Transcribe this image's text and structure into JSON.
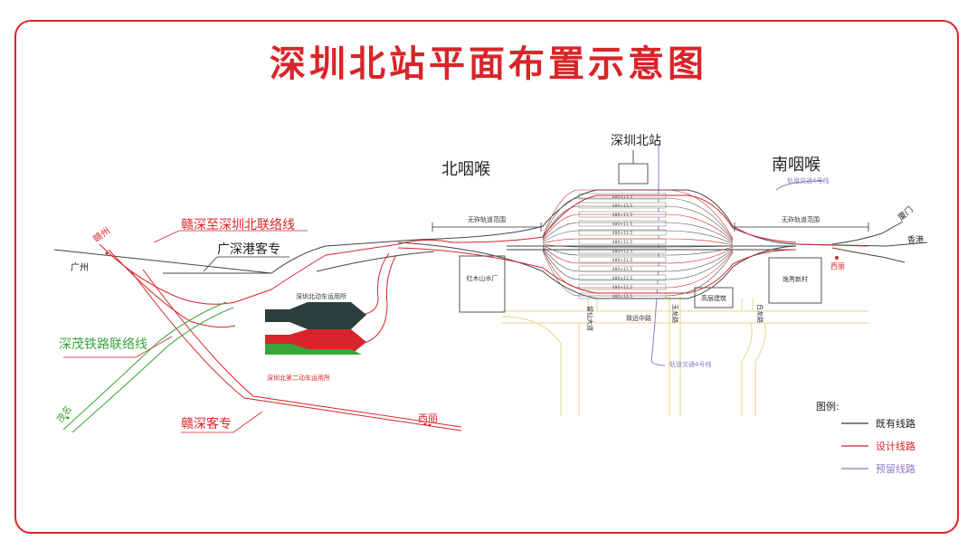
{
  "title": "深圳北站平面布置示意图",
  "station": "深圳北站",
  "throats": {
    "north": "北咽喉",
    "south": "南咽喉"
  },
  "zones": {
    "no_track_range_left": "无砟轨道范围",
    "no_track_range_right": "无砟轨道范围"
  },
  "lines": {
    "ganshen_link": "赣深至深圳北联络线",
    "guangshen_hk": "广深港客专",
    "shenmao_link": "深茂铁路联络线",
    "ganshen": "赣深客专"
  },
  "places": {
    "ganzhou": "赣州",
    "guangzhou": "广州",
    "maoming": "茂名",
    "xili": "西丽",
    "hongkong": "香港",
    "xiamen": "厦门",
    "xili2": "西丽"
  },
  "facilities": {
    "emu_yard": "深圳北动车运用所",
    "emu_yard2": "深圳北第二动车运用所",
    "factory": "红木山水厂",
    "bldg_a": "高层建筑",
    "bldg_b": "逸秀新村",
    "metro_note": "轨道交通4号线",
    "metro_note2": "轨道交通4号线"
  },
  "roads": {
    "road_a": "致远中路",
    "road_b": "留仙大道",
    "road_c": "玉龙路",
    "road_d": "白龙路"
  },
  "track_labels": [
    "480×11.5",
    "480×11.5",
    "480×11.5",
    "480×11.5",
    "480×11.5",
    "480×11.5",
    "480×11.5",
    "480×11.5",
    "480×11.5",
    "480×11.5",
    "480×11.5",
    "480×11.5"
  ],
  "legend": {
    "title": "图例:",
    "items": [
      {
        "label": "既有线路",
        "color": "#333333"
      },
      {
        "label": "设计线路",
        "color": "#d8252a"
      },
      {
        "label": "预留线路",
        "color": "#8e7cc3"
      }
    ]
  },
  "colors": {
    "brand_red": "#d8252a",
    "green": "#3aa33a",
    "dark": "#2c3e3b",
    "purple": "#8e7cc3",
    "road": "#e6df9a"
  }
}
